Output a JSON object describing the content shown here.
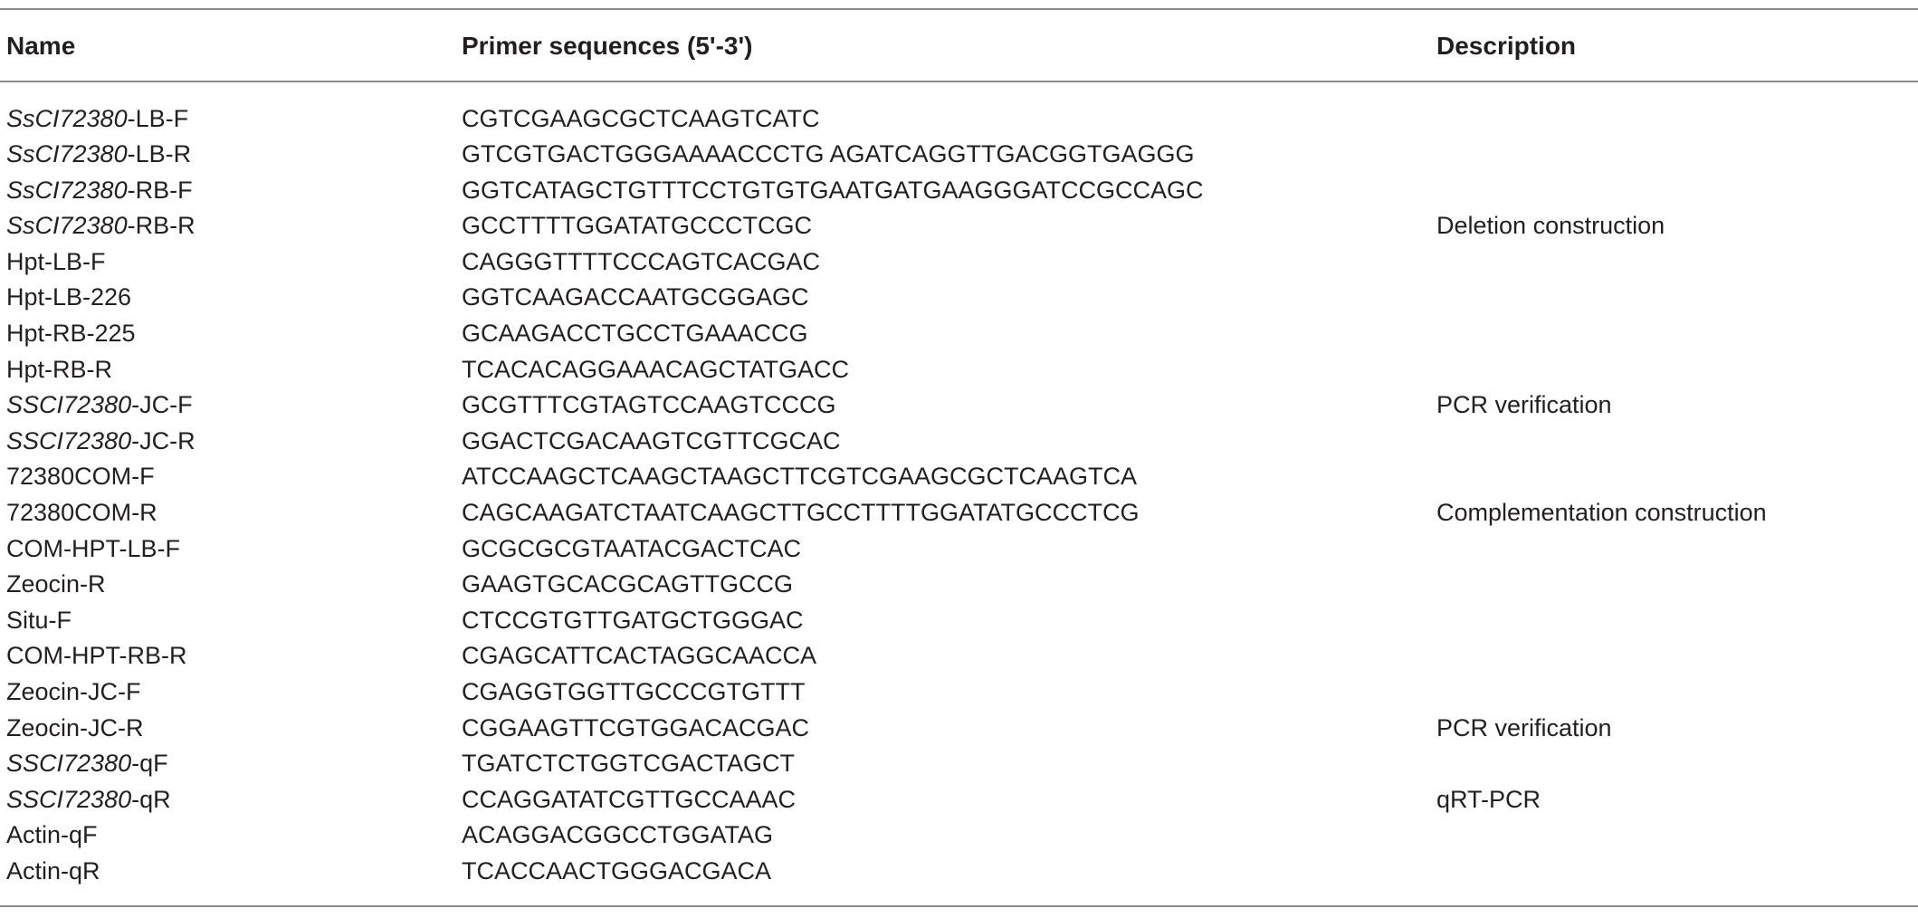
{
  "table": {
    "headers": {
      "name": "Name",
      "sequence": "Primer sequences (5'-3')",
      "description": "Description"
    },
    "rows": [
      {
        "name_italic": "SsCI72380",
        "name_suffix": "-LB-F",
        "sequence": "CGTCGAAGCGCTCAAGTCATC",
        "description": ""
      },
      {
        "name_italic": "SsCI72380",
        "name_suffix": "-LB-R",
        "sequence": "GTCGTGACTGGGAAAACCCTG AGATCAGGTTGACGGTGAGGG",
        "description": ""
      },
      {
        "name_italic": "SsCI72380",
        "name_suffix": "-RB-F",
        "sequence": "GGTCATAGCTGTTTCCTGTGTGAATGATGAAGGGATCCGCCAGC",
        "description": ""
      },
      {
        "name_italic": "SsCI72380",
        "name_suffix": "-RB-R",
        "sequence": "GCCTTTTGGATATGCCCTCGC",
        "description": "Deletion construction"
      },
      {
        "name_italic": "",
        "name_suffix": "Hpt-LB-F",
        "sequence": "CAGGGTTTTCCCAGTCACGAC",
        "description": ""
      },
      {
        "name_italic": "",
        "name_suffix": "Hpt-LB-226",
        "sequence": "GGTCAAGACCAATGCGGAGC",
        "description": ""
      },
      {
        "name_italic": "",
        "name_suffix": "Hpt-RB-225",
        "sequence": "GCAAGACCTGCCTGAAACCG",
        "description": ""
      },
      {
        "name_italic": "",
        "name_suffix": "Hpt-RB-R",
        "sequence": "TCACACAGGAAACAGCTATGACC",
        "description": ""
      },
      {
        "name_italic": "SSCI72380",
        "name_suffix": "-JC-F",
        "sequence": "GCGTTTCGTAGTCCAAGTCCCG",
        "description": "PCR verification"
      },
      {
        "name_italic": "SSCI72380",
        "name_suffix": "-JC-R",
        "sequence": "GGACTCGACAAGTCGTTCGCAC",
        "description": ""
      },
      {
        "name_italic": "",
        "name_suffix": "72380COM-F",
        "sequence": "ATCCAAGCTCAAGCTAAGCTTCGTCGAAGCGCTCAAGTCA",
        "description": ""
      },
      {
        "name_italic": "",
        "name_suffix": "72380COM-R",
        "sequence": "CAGCAAGATCTAATCAAGCTTGCCTTTTGGATATGCCCTCG",
        "description": "Complementation construction"
      },
      {
        "name_italic": "",
        "name_suffix": "COM-HPT-LB-F",
        "sequence": "GCGCGCGTAATACGACTCAC",
        "description": ""
      },
      {
        "name_italic": "",
        "name_suffix": "Zeocin-R",
        "sequence": "GAAGTGCACGCAGTTGCCG",
        "description": ""
      },
      {
        "name_italic": "",
        "name_suffix": "Situ-F",
        "sequence": "CTCCGTGTTGATGCTGGGAC",
        "description": ""
      },
      {
        "name_italic": "",
        "name_suffix": "COM-HPT-RB-R",
        "sequence": "CGAGCATTCACTAGGCAACCA",
        "description": ""
      },
      {
        "name_italic": "",
        "name_suffix": "Zeocin-JC-F",
        "sequence": "CGAGGTGGTTGCCCGTGTTT",
        "description": ""
      },
      {
        "name_italic": "",
        "name_suffix": "Zeocin-JC-R",
        "sequence": "CGGAAGTTCGTGGACACGAC",
        "description": "PCR verification"
      },
      {
        "name_italic": "SSCI72380",
        "name_suffix": "-qF",
        "sequence": "TGATCTCTGGTCGACTAGCT",
        "description": ""
      },
      {
        "name_italic": "SSCI72380",
        "name_suffix": "-qR",
        "sequence": "CCAGGATATCGTTGCCAAAC",
        "description": "qRT-PCR"
      },
      {
        "name_italic": "",
        "name_suffix": "Actin-qF",
        "sequence": "ACAGGACGGCCTGGATAG",
        "description": ""
      },
      {
        "name_italic": "",
        "name_suffix": "Actin-qR",
        "sequence": "TCACCAACTGGGACGACA",
        "description": ""
      }
    ]
  }
}
